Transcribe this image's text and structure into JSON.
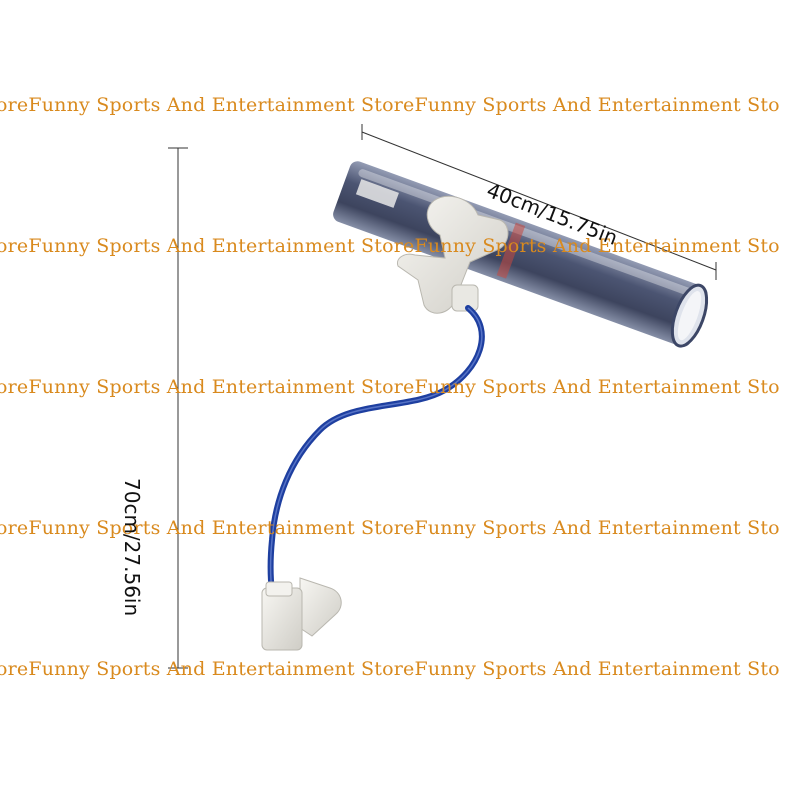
{
  "watermark": {
    "text": "oreFunny Sports And Entertainment StoreFunny Sports And Entertainment Sto",
    "color": "#d98a1e"
  },
  "dimensions": {
    "length_label": "40cm/15.75in",
    "height_label": "70cm/27.56in"
  },
  "colors": {
    "tube": "#3c4666",
    "hose": "#1e3fa0",
    "clip": "#ecebe6"
  }
}
